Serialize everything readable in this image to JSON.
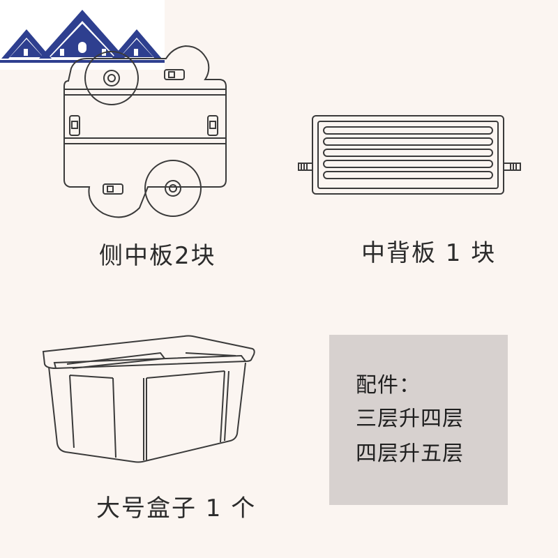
{
  "colors": {
    "background": "#fbf5f1",
    "logo_blue": "#2e3f8f",
    "line_art": "#3a3a3a",
    "accessory_panel": "#d7d1cf"
  },
  "items": [
    {
      "label": "侧中板2块"
    },
    {
      "label": "中背板 1 块"
    },
    {
      "label": "大号盒子 1 个"
    }
  ],
  "accessories": {
    "title": "配件：",
    "lines": [
      "三层升四层",
      "四层升五层"
    ]
  }
}
